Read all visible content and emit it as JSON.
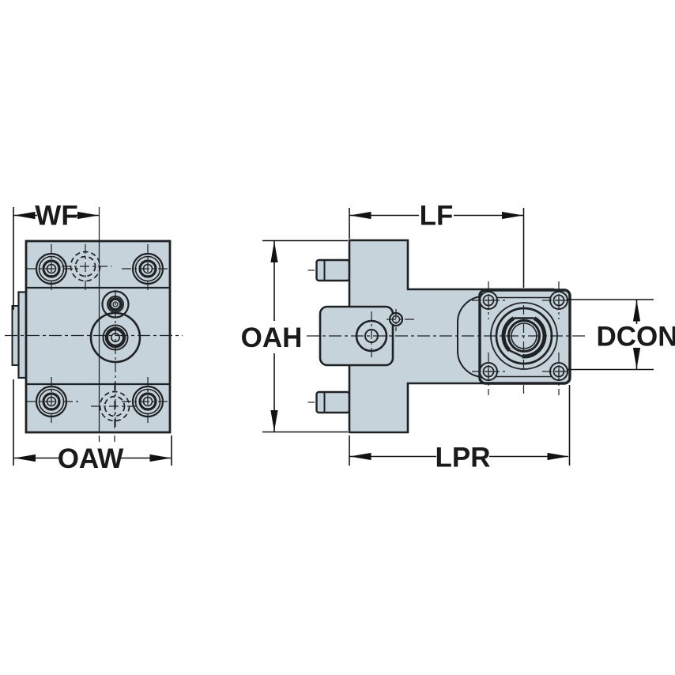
{
  "colors": {
    "part_fill": "#c6d3db",
    "line_color": "#1f2225",
    "dim_color": "#121212",
    "bg_color": "#ffffff",
    "label_color": "#1a1a1a"
  },
  "dimensions": {
    "wf": "WF",
    "oaw": "OAW",
    "lf": "LF",
    "oah": "OAH",
    "lpr": "LPR",
    "dcon": "DCON"
  }
}
